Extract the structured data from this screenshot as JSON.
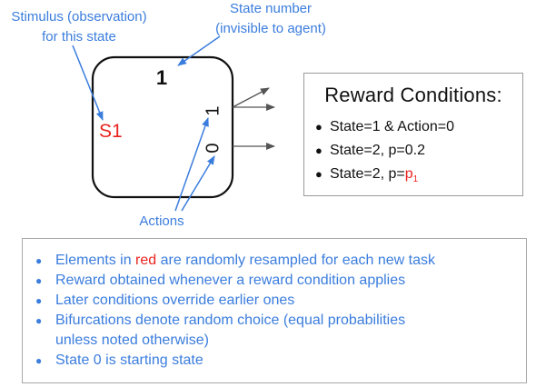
{
  "labels": {
    "stimulus_line1": "Stimulus (observation)",
    "stimulus_line2": "for this state",
    "state_number_line1": "State number",
    "state_number_line2": "(invisible to agent)",
    "actions": "Actions"
  },
  "state_box": {
    "number": "1",
    "stimulus": "S1",
    "action_top": "1",
    "action_bottom": "0"
  },
  "reward_conditions": {
    "title": "Reward Conditions:",
    "bullet": "●",
    "items": [
      {
        "text": "State=1 & Action=0"
      },
      {
        "text": "State=2, p=0.2"
      },
      {
        "text": "State=2, p=",
        "red": "p",
        "red_sub": "1"
      }
    ]
  },
  "notes": {
    "bullet": "●",
    "items": [
      {
        "before": "Elements in ",
        "red": "red",
        "after": " are randomly resampled for each new task"
      },
      {
        "text": "Reward obtained whenever a reward condition applies"
      },
      {
        "text": "Later conditions override earlier ones"
      },
      {
        "line1": "Bifurcations denote random choice (equal probabilities",
        "line2": "unless noted otherwise)"
      },
      {
        "text": "State 0 is starting state"
      }
    ]
  },
  "colors": {
    "blue": "#3b7ddd",
    "red": "#e8231f",
    "black": "#111111",
    "arrow_gray": "#555555"
  }
}
